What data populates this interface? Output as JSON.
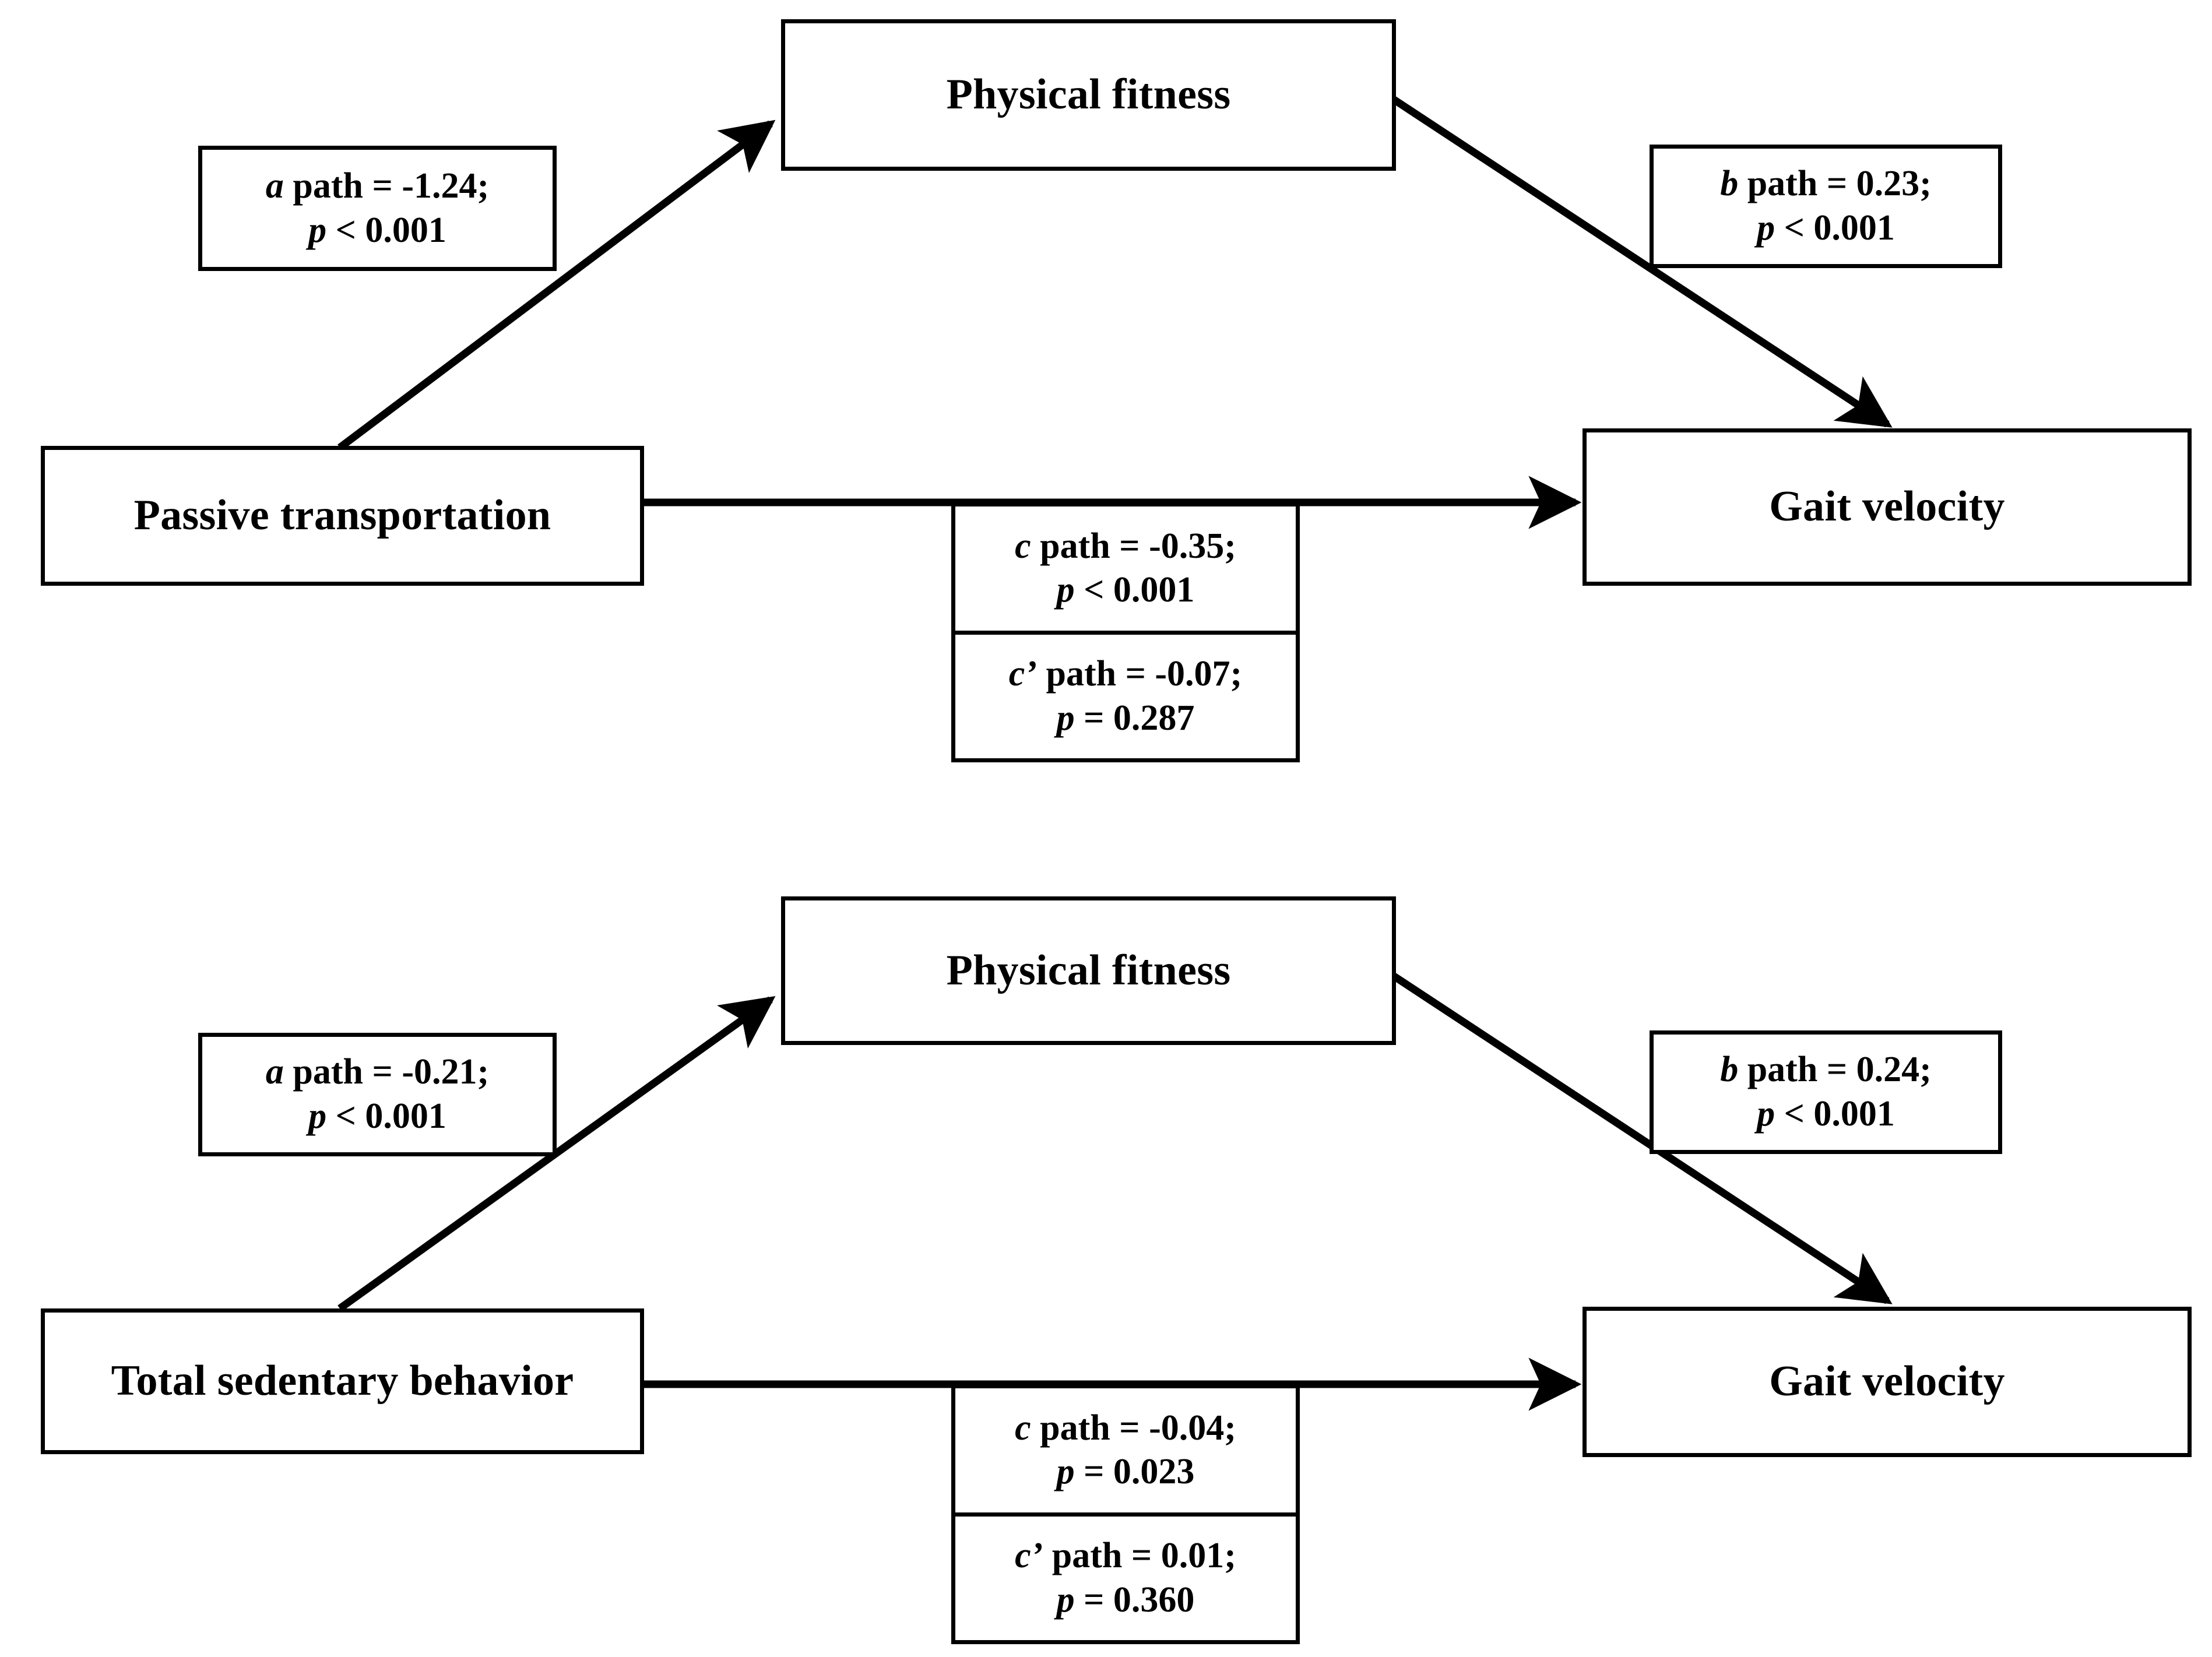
{
  "figure": {
    "type": "mediation-path-diagram",
    "models": [
      {
        "id": "model-1",
        "nodes": {
          "predictor": "Passive transportation",
          "mediator": "Physical fitness",
          "outcome": "Gait velocity"
        },
        "paths": {
          "a": {
            "label_coef": "a path = -1.24;",
            "label_p": "p < 0.001",
            "symbol": "a",
            "coefficient": -1.24,
            "p_text": "< 0.001"
          },
          "b": {
            "label_coef": "b path = 0.23;",
            "label_p": "p < 0.001",
            "symbol": "b",
            "coefficient": 0.23,
            "p_text": "< 0.001"
          },
          "c": {
            "label_coef": "c path = -0.35;",
            "label_p": "p < 0.001",
            "symbol": "c",
            "coefficient": -0.35,
            "p_text": "< 0.001"
          },
          "c_prime": {
            "label_coef": "c’ path = -0.07;",
            "label_p": "p = 0.287",
            "symbol": "c’",
            "coefficient": -0.07,
            "p_text": "= 0.287"
          }
        }
      },
      {
        "id": "model-2",
        "nodes": {
          "predictor": "Total sedentary behavior",
          "mediator": "Physical fitness",
          "outcome": "Gait velocity"
        },
        "paths": {
          "a": {
            "label_coef": "a path = -0.21;",
            "label_p": "p < 0.001",
            "symbol": "a",
            "coefficient": -0.21,
            "p_text": "< 0.001"
          },
          "b": {
            "label_coef": "b path = 0.24;",
            "label_p": "p < 0.001",
            "symbol": "b",
            "coefficient": 0.24,
            "p_text": "< 0.001"
          },
          "c": {
            "label_coef": "c path = -0.04;",
            "label_p": "p = 0.023",
            "symbol": "c",
            "coefficient": -0.04,
            "p_text": "= 0.023"
          },
          "c_prime": {
            "label_coef": "c’ path = 0.01;",
            "label_p": "p = 0.360",
            "symbol": "c’",
            "coefficient": 0.01,
            "p_text": "= 0.360"
          }
        }
      }
    ],
    "colors": {
      "stroke": "#000000",
      "background": "#ffffff",
      "text": "#000000"
    }
  }
}
